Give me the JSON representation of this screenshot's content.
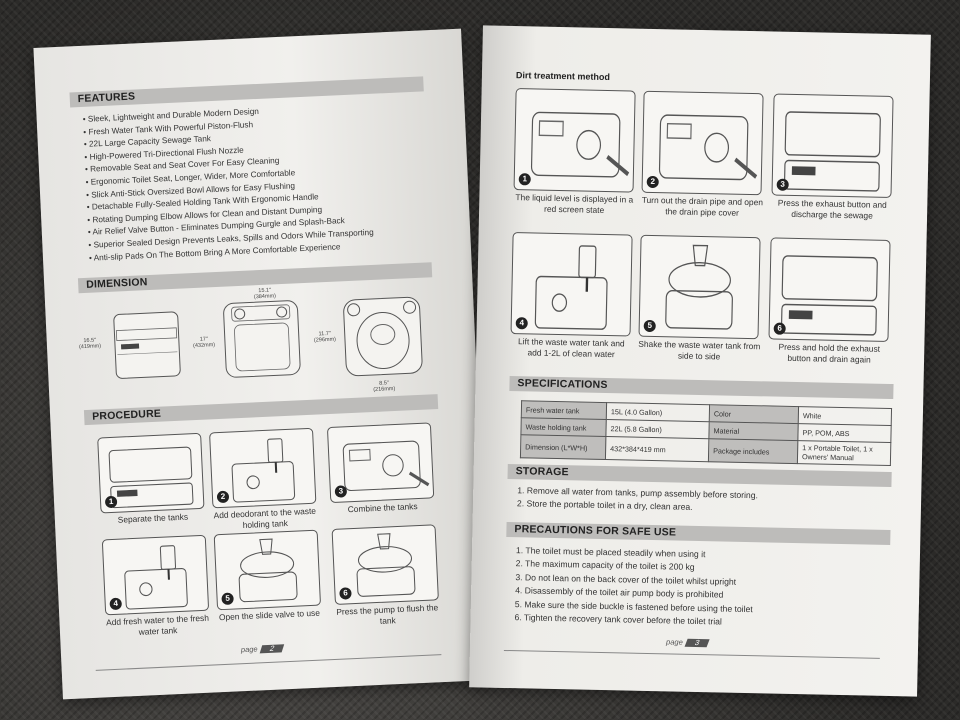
{
  "left_page": {
    "features_title": "FEATURES",
    "features": [
      "Sleek, Lightweight and Durable Modern Design",
      "Fresh Water Tank With Powerful Piston-Flush",
      "22L Large Capacity Sewage Tank",
      "High-Powered Tri-Directional Flush Nozzle",
      "Removable Seat and Seat Cover For Easy Cleaning",
      "Ergonomic Toilet Seat, Longer, Wider, More Comfortable",
      "Slick Anti-Stick Oversized Bowl Allows for Easy Flushing",
      "Detachable Fully-Sealed Holding Tank With Ergonomic Handle",
      "Rotating Dumping Elbow Allows for Clean and Distant Dumping",
      "Air Relief Valve Button - Eliminates Dumping Gurgle and Splash-Back",
      "Superior Sealed Design Prevents Leaks, Spills and Odors While Transporting",
      "Anti-slip Pads On The Bottom Bring A More Comfortable Experience"
    ],
    "dimension_title": "DIMENSION",
    "dimensions": {
      "height": "16.5\"\n(419mm)",
      "width": "15.1\"\n(384mm)",
      "depth": "17\"\n(432mm)",
      "bowl_depth": "11.7\"\n(296mm)",
      "bowl_width": "8.5\"\n(216mm)"
    },
    "procedure_title": "PROCEDURE",
    "procedure": [
      {
        "num": "1",
        "caption": "Separate the tanks"
      },
      {
        "num": "2",
        "caption": "Add deodorant to the waste holding tank"
      },
      {
        "num": "3",
        "caption": "Combine the tanks"
      },
      {
        "num": "4",
        "caption": "Add fresh water to the fresh water tank"
      },
      {
        "num": "5",
        "caption": "Open the slide valve to use"
      },
      {
        "num": "6",
        "caption": "Press the pump to flush the tank"
      }
    ],
    "page_label": "page",
    "page_number": "2"
  },
  "right_page": {
    "dirt_title": "Dirt treatment method",
    "dirt_steps": [
      {
        "num": "1",
        "caption": "The liquid level is displayed in a red screen state"
      },
      {
        "num": "2",
        "caption": "Turn out the drain pipe and open the drain pipe cover"
      },
      {
        "num": "3",
        "caption": "Press the exhaust button and discharge the sewage"
      },
      {
        "num": "4",
        "caption": "Lift the waste water tank and add 1-2L of clean water"
      },
      {
        "num": "5",
        "caption": "Shake the waste water tank from side to side"
      },
      {
        "num": "6",
        "caption": "Press and hold the exhaust button and drain again"
      }
    ],
    "spec_title": "SPECIFICATIONS",
    "spec_rows": [
      [
        "Fresh water tank",
        "15L (4.0 Gallon)",
        "Color",
        "White"
      ],
      [
        "Waste holding tank",
        "22L (5.8 Gallon)",
        "Material",
        "PP, POM, ABS"
      ],
      [
        "Dimension (L*W*H)",
        "432*384*419 mm",
        "Package includes",
        "1 x Portable Toilet, 1 x Owners' Manual"
      ]
    ],
    "storage_title": "STORAGE",
    "storage": [
      "1. Remove all water from tanks, pump assembly before storing.",
      "2. Store the portable toilet in a dry, clean area."
    ],
    "precautions_title": "PRECAUTIONS FOR SAFE USE",
    "precautions": [
      "1. The toilet must be placed steadily when using it",
      "2. The maximum capacity of the toilet is 200 kg",
      "3. Do not lean on the back cover of the toilet whilst upright",
      "4. Disassembly of the toilet air pump body is prohibited",
      "5. Make sure the side buckle is fastened before using the toilet",
      "6. Tighten the recovery tank cover before the toilet trial"
    ],
    "page_label": "page",
    "page_number": "3"
  }
}
